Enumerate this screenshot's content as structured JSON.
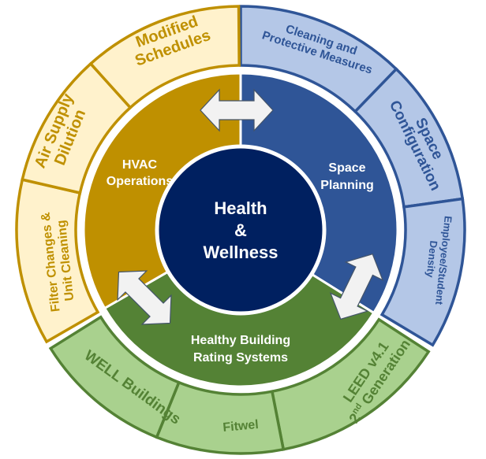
{
  "colors": {
    "hvac": "#BF9000",
    "hvac_outer": "#FFF2CC",
    "space": "#2F5597",
    "space_outer": "#B4C7E7",
    "green": "#548235",
    "green_outer": "#A9D18E",
    "center": "#002060",
    "arrow": "#F2F2F2",
    "arrow_stroke": "#44546A"
  },
  "center": {
    "line1": "Health",
    "line2": "&",
    "line3": "Wellness"
  },
  "segments": {
    "hvac": {
      "line1": "HVAC",
      "line2": "Operations"
    },
    "space": {
      "line1": "Space",
      "line2": "Planning"
    },
    "rating": {
      "line1": "Healthy Building",
      "line2": "Rating Systems"
    }
  },
  "outer": {
    "modified": {
      "line1": "Modified",
      "line2": "Schedules"
    },
    "air": {
      "line1": "Air Supply",
      "line2": "Dilution"
    },
    "filter": {
      "line1": "Filter Changes &",
      "line2": "Unit Cleaning"
    },
    "cleaning": {
      "line1": "Cleaning and",
      "line2": "Protective Measures"
    },
    "config": {
      "line1": "Space",
      "line2": "Configuration"
    },
    "density": {
      "line1": "Employee/Student",
      "line2": "Density"
    },
    "well": {
      "line1": "WELL Buildings"
    },
    "fitwel": {
      "line1": "Fitwel"
    },
    "leed": {
      "line1": "LEED v4.1",
      "line2a": "2",
      "line2sup": "nd",
      "line2b": " Generation"
    }
  }
}
